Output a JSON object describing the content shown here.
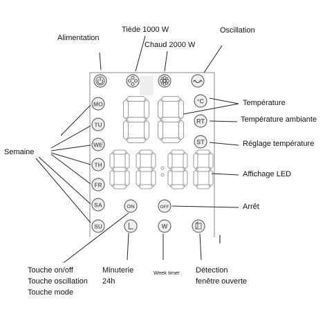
{
  "labels": {
    "alimentation": "Alimentation",
    "tiede": "Tiède 1000 W",
    "chaud": "Chaud 2000 W",
    "oscillation": "Oscillation",
    "temperature": "Température",
    "temperature_ambiante": "Température ambiante",
    "reglage_temperature": "Réglage température",
    "affichage_led": "Affichage LED",
    "arret": "Arrêt",
    "semaine": "Semaine",
    "touche_onoff": "Touche on/off",
    "touche_oscillation": "Touche oscillation",
    "touche_mode": "Touche mode",
    "minuterie": "Minuterie",
    "minuterie_24h": "24h",
    "week_timer": "Week timer",
    "detection": "Détection",
    "fenetre_ouverte": "fenêtre ouverte"
  },
  "buttons": {
    "days": [
      "MO",
      "TU",
      "WE",
      "TH",
      "FR",
      "SA",
      "SU"
    ],
    "celsius": "°C",
    "rt": "RT",
    "st": "ST",
    "on": "ON",
    "off": "OFF",
    "week": "W"
  },
  "icons": [
    "power-icon",
    "fan-icon",
    "heat-coil-icon",
    "oscillation-icon",
    "clock-icon",
    "window-icon"
  ],
  "colors": {
    "line": "#222222",
    "segment": "#9a9a9a",
    "panel_border": "#888888",
    "button_fill": "#eeeeee"
  }
}
